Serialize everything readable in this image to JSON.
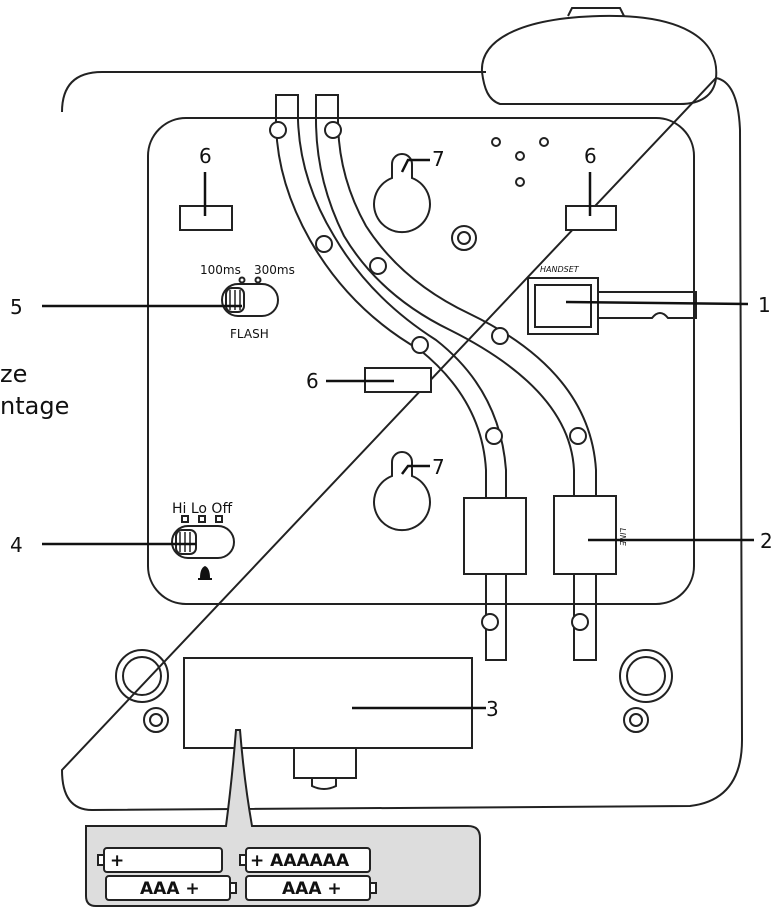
{
  "callouts": {
    "c1": "1",
    "c2": "2",
    "c3": "3",
    "c4": "4",
    "c5": "5",
    "c6a": "6",
    "c6b": "6",
    "c6c": "6",
    "c7a": "7",
    "c7b": "7"
  },
  "flash_switch": {
    "opt_100": "100ms",
    "opt_300": "300ms",
    "label": "FLASH"
  },
  "ringer_switch": {
    "options": "Hi Lo Off"
  },
  "handset_jack_label": "HANDSET",
  "line_jack_label": "LINE",
  "side_text": {
    "line1": "ze",
    "line2": "ntage"
  },
  "batteries": {
    "b1": "+",
    "b2": "+ AAAAAA",
    "b3": "AAA +",
    "b4": "AAA +"
  }
}
